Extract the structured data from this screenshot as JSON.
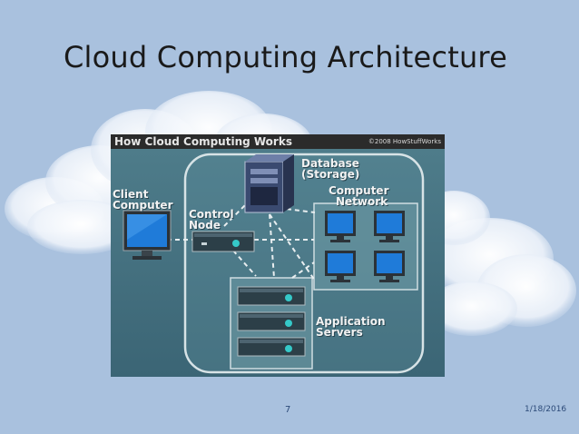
{
  "slide": {
    "title": "Cloud Computing Architecture",
    "page_number": "7",
    "date": "1/18/2016"
  },
  "figure": {
    "header_title": "How Cloud Computing Works",
    "copyright": "©2008 HowStuffWorks",
    "labels": {
      "client_computer": [
        "Client",
        "Computer"
      ],
      "control_node": [
        "Control",
        "Node"
      ],
      "database": [
        "Database",
        "(Storage)"
      ],
      "computer_network": [
        "Computer",
        "Network"
      ],
      "application_servers": [
        "Application",
        "Servers"
      ]
    }
  },
  "colors": {
    "background": "#a9c1de",
    "figure_bg": "#3c6777",
    "figure_header": "#2b2b2b",
    "label_text": "#f2f2f2",
    "footer_text": "#2c4a78"
  }
}
